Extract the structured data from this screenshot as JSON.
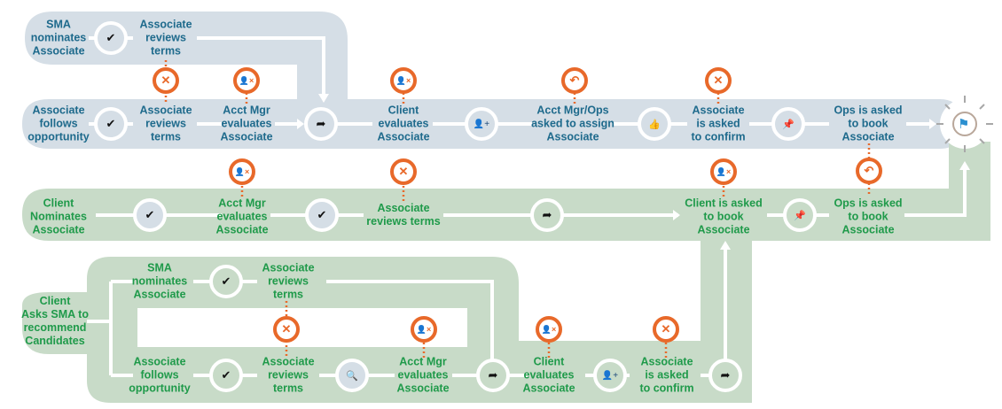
{
  "colors": {
    "blue_band": "#d5dee6",
    "green_band": "#c8dbc8",
    "blue_text": "#1e6a8c",
    "green_text": "#1f9a4a",
    "alert": "#e8692a"
  },
  "blue_flow": {
    "sma_nominates": "SMA\nnominates\nAssociate",
    "assoc_reviews_top": "Associate\nreviews\nterms",
    "assoc_follows": "Associate\nfollows\nopportunity",
    "assoc_reviews": "Associate\nreviews\nterms",
    "acct_mgr_evaluates": "Acct Mgr\nevaluates\nAssociate",
    "client_evaluates": "Client\nevaluates\nAssociate",
    "acct_mgr_ops_assign": "Acct Mgr/Ops\nasked to assign\nAssociate",
    "assoc_confirm": "Associate\nis asked\nto confirm",
    "ops_book": "Ops is asked\nto book\nAssociate"
  },
  "green_flow": {
    "client_nominates": "Client\nNominates\nAssociate",
    "acct_mgr_evaluates": "Acct Mgr\nevaluates\nAssociate",
    "assoc_reviews": "Associate\nreviews terms",
    "client_book": "Client is asked\nto book\nAssociate",
    "ops_book": "Ops is asked\nto book\nAssociate"
  },
  "green_sub_flow": {
    "client_asks_sma": "Client\nAsks SMA to\nrecommend\nCandidates",
    "sma_nominates": "SMA\nnominates\nAssociate",
    "assoc_reviews_top": "Associate\nreviews\nterms",
    "assoc_follows": "Associate\nfollows\nopportunity",
    "assoc_reviews": "Associate\nreviews\nterms",
    "acct_mgr_evaluates": "Acct Mgr\nevaluates\nAssociate",
    "client_evaluates": "Client\nevaluates\nAssociate",
    "assoc_confirm": "Associate\nis asked\nto confirm"
  },
  "icons": {
    "check": "✔",
    "forward": "➦",
    "add_user": "👤+",
    "thumbs": "👍",
    "pin": "📌",
    "search": "🔍",
    "x": "✕",
    "reject_user": "👤×",
    "undo": "↶",
    "flag": "⚑"
  }
}
